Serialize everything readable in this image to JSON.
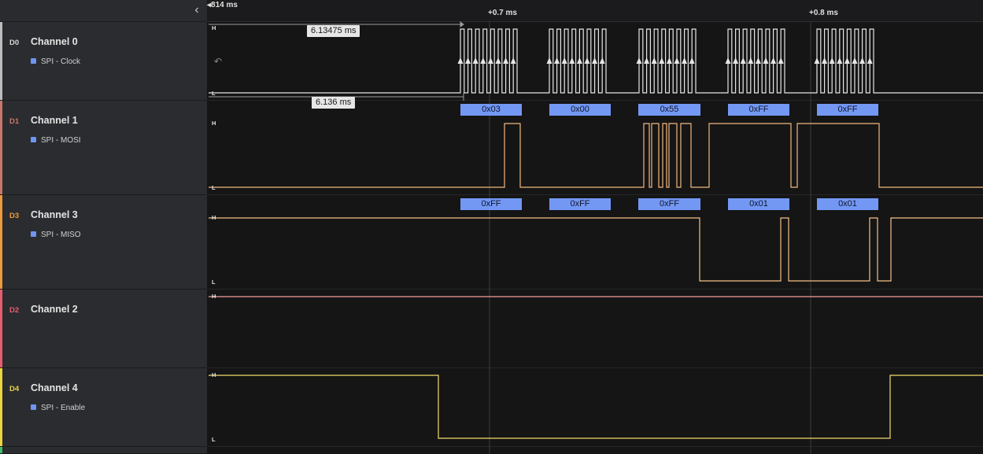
{
  "timeline": {
    "start_label": "◂814 ms",
    "markers": [
      {
        "label": "+0.7 ms"
      },
      {
        "label": "+0.8 ms"
      }
    ]
  },
  "channels": [
    {
      "id": "D0",
      "name": "Channel 0",
      "analyzer": "SPI - Clock",
      "color": "#bdbdbd",
      "wave_color": "#e6e6e6"
    },
    {
      "id": "D1",
      "name": "Channel 1",
      "analyzer": "SPI - MOSI",
      "color": "#c8776a",
      "wave_color": "#f2b880"
    },
    {
      "id": "D3",
      "name": "Channel 3",
      "analyzer": "SPI - MISO",
      "color": "#ec9a3c",
      "wave_color": "#f5c089"
    },
    {
      "id": "D2",
      "name": "Channel 2",
      "analyzer": "",
      "color": "#e85d6e",
      "wave_color": "#f7a09c"
    },
    {
      "id": "D4",
      "name": "Channel 4",
      "analyzer": "SPI - Enable",
      "color": "#ecd53e",
      "wave_color": "#f2dc6a"
    }
  ],
  "level_labels": {
    "high": "H",
    "low": "L"
  },
  "measurements": [
    "6.13475 ms",
    "6.136 ms"
  ],
  "mosi_bytes": [
    "0x03",
    "0x00",
    "0x55",
    "0xFF",
    "0xFF"
  ],
  "miso_bytes": [
    "0xFF",
    "0xFF",
    "0xFF",
    "0x01",
    "0x01"
  ],
  "icons": {
    "collapse": "chevron-left-icon",
    "undo": "undo-icon"
  }
}
